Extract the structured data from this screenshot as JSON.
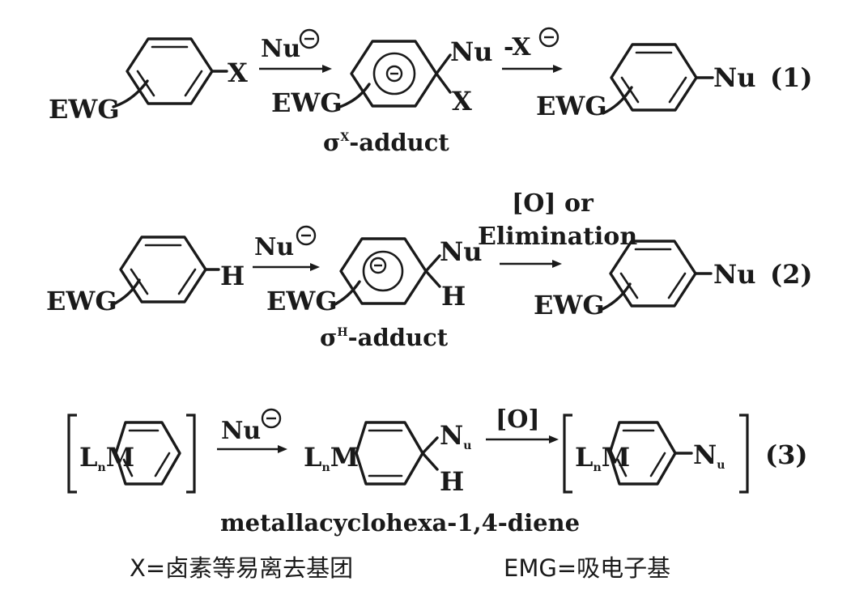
{
  "labels": {
    "nu": "Nu",
    "x": "X",
    "h": "H",
    "ewg": "EWG",
    "leaving_x": "-X",
    "sigma": "σ",
    "sup_x": "X",
    "sup_h": "H",
    "adduct_suffix": "-adduct",
    "oxidant": "[O]",
    "oxidant_or": "[O] or",
    "elimination": "Elimination",
    "metal_l": "L",
    "metal_m": "M",
    "metal_n_sub": "n",
    "nu_n": "N",
    "nu_u_sub": "u",
    "diene": "metallacyclohexa-1,4-diene"
  },
  "equations": {
    "eq1": "(1)",
    "eq2": "(2)",
    "eq3": "(3)"
  },
  "legend": {
    "x_def": "X=卤素等易离去基团",
    "emg_def": "EMG=吸电子基"
  }
}
